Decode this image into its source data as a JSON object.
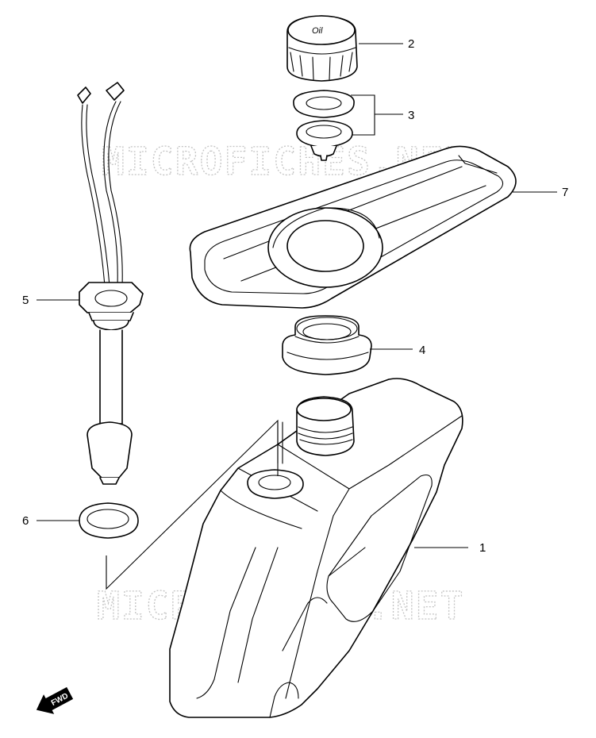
{
  "watermark": {
    "text": "MICROFICHES.NET",
    "color": "#c4c4c4"
  },
  "callouts": [
    {
      "id": "callout-1",
      "label": "1"
    },
    {
      "id": "callout-2",
      "label": "2"
    },
    {
      "id": "callout-3",
      "label": "3"
    },
    {
      "id": "callout-4",
      "label": "4"
    },
    {
      "id": "callout-5",
      "label": "5"
    },
    {
      "id": "callout-6",
      "label": "6"
    },
    {
      "id": "callout-7",
      "label": "7"
    }
  ],
  "fwd_badge": {
    "label": "FWD"
  },
  "cap_marking": {
    "label": "Oil"
  },
  "icons": [
    "fuel-tank-icon",
    "tank-cap-icon",
    "gasket-icon",
    "grommet-icon",
    "level-gauge-icon",
    "washer-icon",
    "tank-cover-icon",
    "fwd-arrow-icon"
  ]
}
